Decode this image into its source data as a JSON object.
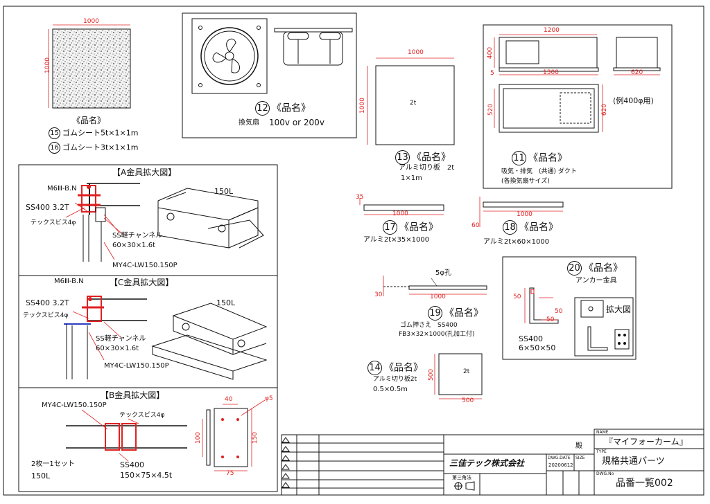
{
  "common_label": "《品名》",
  "parts": {
    "p15": {
      "num": "15",
      "name": "ゴムシート5t×1×1m"
    },
    "p16": {
      "num": "16",
      "name": "ゴムシート3t×1×1m"
    },
    "p12": {
      "num": "12",
      "desc": "換気扇",
      "volt": "100v or 200v"
    },
    "p13": {
      "num": "13",
      "desc1": "アルミ切り板　2t",
      "desc2": "1×1m",
      "center": "2t"
    },
    "p11": {
      "num": "11",
      "desc1": "吸気・排気　(共通) ダクト",
      "desc2": "(各換気扇サイズ)",
      "note": "(例400φ用)"
    },
    "p17": {
      "num": "17",
      "desc": "アルミ2t×35×1000"
    },
    "p18": {
      "num": "18",
      "desc": "アルミ2t×60×1000"
    },
    "p19": {
      "num": "19",
      "desc1": "ゴム押さえ　SS400",
      "desc2": "FB3×32×1000(孔加工付)",
      "hole": "5φ孔"
    },
    "p14": {
      "num": "14",
      "desc1": "アルミ切り板2t",
      "desc2": "0.5×0.5m",
      "center": "2t"
    },
    "p20": {
      "num": "20",
      "desc": "アンカー金具",
      "zoom": "拡大図",
      "spec1": "SS400",
      "spec2": "6×50×50"
    }
  },
  "dims": {
    "d1000": "1000",
    "d1200": "1200",
    "d1300": "1300",
    "d400": "400",
    "d620": "620",
    "d520": "520",
    "d35": "35",
    "d60": "60",
    "d30": "30",
    "d50": "50",
    "d500": "500",
    "d40": "40",
    "d100": "100",
    "d150": "150",
    "d75": "75",
    "d5": "5",
    "phi5": "φ5",
    "d150L": "150L"
  },
  "details": {
    "a": {
      "title": "【A金具拡大図】",
      "m6": "M6Ⅲ-B.N",
      "ss400": "SS400 3.2T",
      "tex": "テックスビス4φ",
      "chan1": "SS軽チャンネル",
      "chan2": "60×30×1.6t",
      "my4c": "MY4C-LW150.150P",
      "len": "150L"
    },
    "c": {
      "title": "【C金具拡大図】",
      "m6": "M6Ⅲ-B.N",
      "ss400": "SS400 3.2T",
      "tex": "テックスビス4φ",
      "chan1": "SS軽チャンネル",
      "chan2": "60×30×1.6t",
      "my4c": "MY4C-LW150.150P",
      "len": "150L"
    },
    "b": {
      "title": "【B金具拡大図】",
      "my4c": "MY4C-LW150.150P",
      "tex": "テックスビス4φ",
      "set": "2枚一1セット",
      "len": "150L",
      "ss400": "SS400",
      "spec": "150×75×4.5t"
    }
  },
  "title_block": {
    "name_label": "NAME",
    "name": "『マイフォーカーム』",
    "dono": "殿",
    "type_label": "TYPE",
    "type": "規格共通パーツ",
    "company": "三佳テック株式会社",
    "dwg_date_label": "DWG.DATE",
    "dwg_date": "20200612",
    "size_label": "SIZE",
    "proj_label": "第三角法",
    "dwg_no_label": "DWG.No",
    "dwg_no": "品番一覧002"
  },
  "colors": {
    "dimension": "#e02020",
    "line": "#111111",
    "blue": "#2b3dbf"
  }
}
